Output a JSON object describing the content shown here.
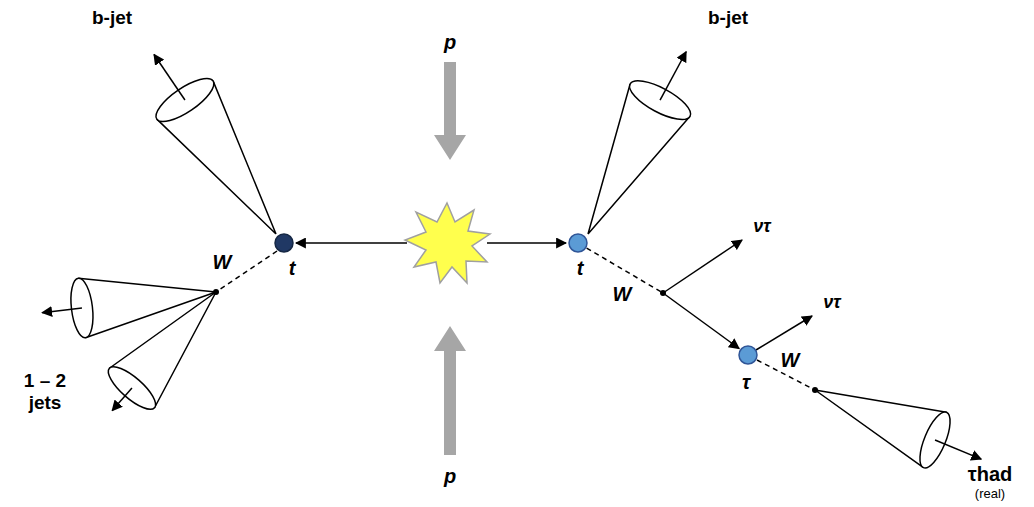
{
  "diagram": {
    "nodes": [
      {
        "text": [
          "t"
        ]
      },
      {
        "text": [
          "t"
        ]
      },
      {
        "text": [
          "τ"
        ]
      }
    ],
    "edges": [
      {
        "from": 1,
        "to": 2,
        "arrow": "to",
        "label": "W"
      }
    ],
    "labels": [
      "p",
      "p",
      "b-jet",
      "b-jet",
      "W",
      "1 – 2 jets",
      "ντ",
      "ντ",
      "W",
      "τhad",
      "(real)"
    ]
  }
}
